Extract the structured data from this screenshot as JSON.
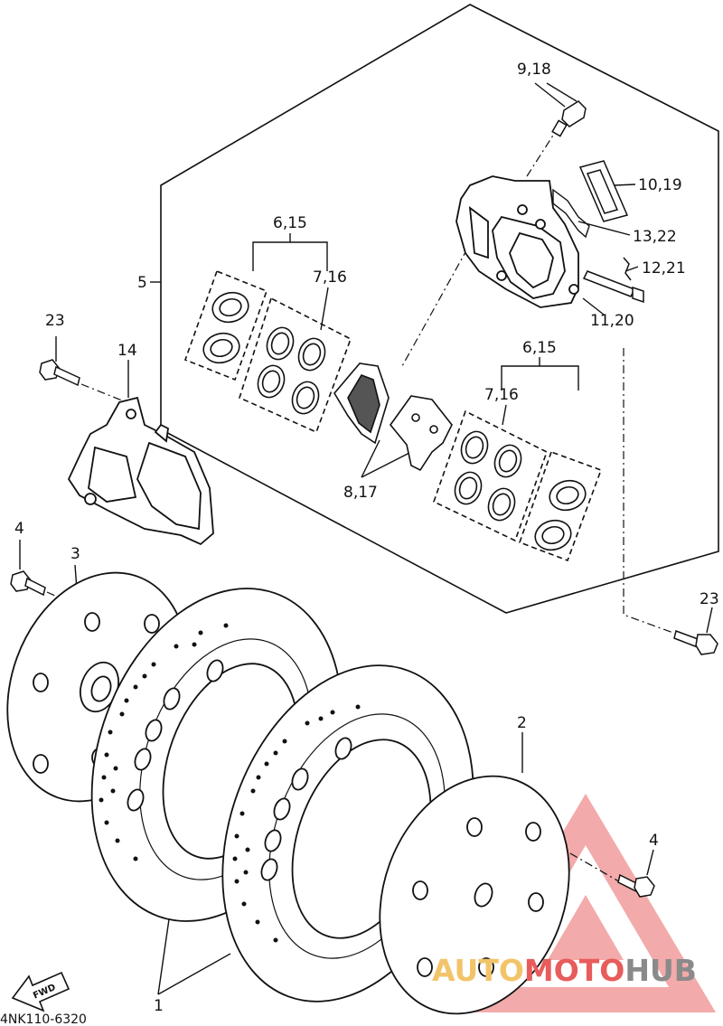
{
  "labels": {
    "l918": "9,18",
    "l1019": "10,19",
    "l1322": "13,22",
    "l1221": "12,21",
    "l1120": "11,20",
    "l615a": "6,15",
    "l716a": "7,16",
    "l5": "5",
    "l23a": "23",
    "l14": "14",
    "l615b": "6,15",
    "l716b": "7,16",
    "l817": "8,17",
    "l4a": "4",
    "l3": "3",
    "l23b": "23",
    "l2": "2",
    "l4b": "4",
    "l1": "1"
  },
  "diagram_code": "4NK110-6320",
  "fwd_label": "FWD",
  "watermark": {
    "part1": "AUTO",
    "part2": "MOTO",
    "part3": "HUB",
    "color1": "#f2c46a",
    "color2": "#e85c5c",
    "color3": "#8a8a8a"
  }
}
